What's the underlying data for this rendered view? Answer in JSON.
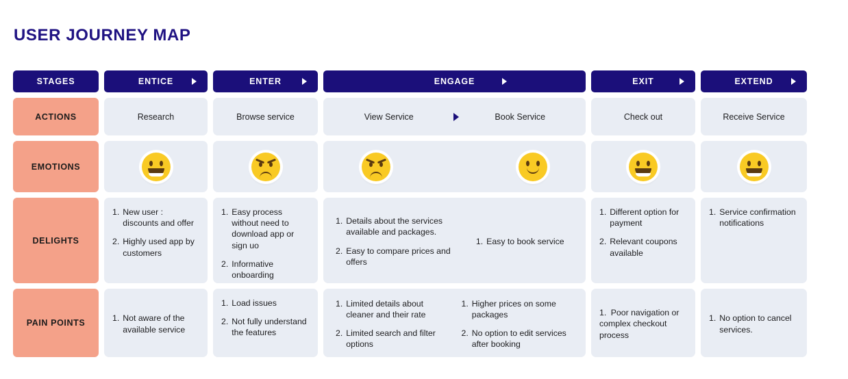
{
  "page": {
    "title": "USER JOURNEY MAP",
    "accent_navy": "#1b0f7a",
    "accent_salmon": "#f4a189",
    "card_bg": "#e9edf4",
    "emoji_yellow": "#f9ca24"
  },
  "headers": {
    "stages_label": "STAGES",
    "stages": [
      {
        "label": "ENTICE",
        "arrow": "triangle-right-icon"
      },
      {
        "label": "ENTER",
        "arrow": "triangle-right-icon"
      },
      {
        "label": "ENGAGE",
        "arrow": "triangle-right-icon"
      },
      {
        "label": "EXIT",
        "arrow": "triangle-right-icon"
      },
      {
        "label": "EXTEND",
        "arrow": "triangle-right-icon"
      }
    ]
  },
  "row_labels": {
    "actions": "ACTIONS",
    "emotions": "EMOTIONS",
    "delights": "DELIGHTS",
    "pain_points": "PAIN POINTS"
  },
  "actions": {
    "entice": "Research",
    "enter": "Browse service",
    "engage_left": "View Service",
    "engage_right": "Book Service",
    "engage_arrow": "triangle-right-icon",
    "exit": "Check out",
    "extend": "Receive Service"
  },
  "emotions": {
    "entice": "grinning-face-emoji",
    "enter": "angry-face-emoji",
    "engage_left": "angry-face-emoji",
    "engage_right": "slightly-smiling-face-emoji",
    "exit": "grinning-face-emoji",
    "extend": "grinning-face-emoji"
  },
  "delights": {
    "entice": [
      {
        "num": "1.",
        "text": "New user : discounts and offer"
      },
      {
        "num": "2.",
        "text": "Highly used app by customers"
      }
    ],
    "enter": [
      {
        "num": "1.",
        "text": "Easy process without need to download app or sign uo"
      },
      {
        "num": "2.",
        "text": "Informative onboarding"
      }
    ],
    "engage_left": [
      {
        "num": "1.",
        "text": "Details about the services available and packages."
      },
      {
        "num": "2.",
        "text": "Easy to compare prices and offers"
      }
    ],
    "engage_right": [
      {
        "num": "1.",
        "text": "Easy to book service"
      }
    ],
    "exit": [
      {
        "num": "1.",
        "text": "Different option for payment"
      },
      {
        "num": "2.",
        "text": "Relevant coupons available"
      }
    ],
    "extend": [
      {
        "num": "1.",
        "text": "Service confirmation notifications"
      }
    ]
  },
  "pain_points": {
    "entice": [
      {
        "num": "1.",
        "text": "Not aware of the available service"
      }
    ],
    "enter": [
      {
        "num": "1.",
        "text": "Load issues"
      },
      {
        "num": "2.",
        "text": "Not fully understand the features"
      }
    ],
    "engage_left": [
      {
        "num": "1.",
        "text": "Limited details about cleaner and their rate"
      },
      {
        "num": "2.",
        "text": "Limited search and filter options"
      }
    ],
    "engage_right": [
      {
        "num": "1.",
        "text": "Higher prices on some packages"
      },
      {
        "num": "2.",
        "text": "No option to edit services after booking"
      }
    ],
    "exit": [
      {
        "num": "1.",
        "text": "Poor navigation or complex checkout process"
      }
    ],
    "extend": [
      {
        "num": "1.",
        "text": "No option to cancel services."
      }
    ]
  }
}
